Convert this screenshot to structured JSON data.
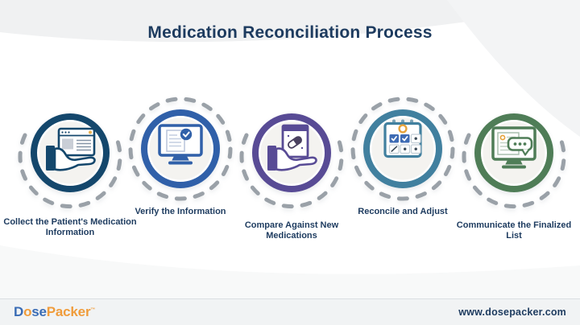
{
  "title": "Medication Reconciliation Process",
  "steps": [
    {
      "label": "Collect the Patient's Medication Information",
      "icon": "hand-holding-document-icon",
      "ring_color": "#14476c",
      "dashed_ring": "partial-bottom"
    },
    {
      "label": "Verify the Information",
      "icon": "monitor-verified-document-icon",
      "ring_color": "#3060a9",
      "dashed_ring": "full"
    },
    {
      "label": "Compare Against New Medications",
      "icon": "hand-holding-medication-icon",
      "ring_color": "#584b95",
      "dashed_ring": "partial-bottom"
    },
    {
      "label": "Reconcile and Adjust",
      "icon": "calendar-checklist-icon",
      "ring_color": "#41809f",
      "dashed_ring": "full"
    },
    {
      "label": "Communicate the Finalized List",
      "icon": "monitor-chat-bubble-icon",
      "ring_color": "#4f7d57",
      "dashed_ring": "partial-bottom"
    }
  ],
  "colors": {
    "title_text": "#1d3b5f",
    "label_text": "#1d3b5f",
    "dashed_ring": "#9aa1a8",
    "inner_circle_fill": "#f4f3f0",
    "accent_orange": "#e7a33b",
    "check_blue": "#3e6bb4",
    "footer_background": "#f1f3f4",
    "logo_blue": "#3a6cb5",
    "logo_orange": "#f09c3b"
  },
  "footer": {
    "logo_parts": [
      {
        "text": "D",
        "color": "#3a6cb5"
      },
      {
        "text": "o",
        "color": "#f09c3b"
      },
      {
        "text": "se",
        "color": "#3a6cb5"
      },
      {
        "text": "Packer",
        "color": "#f09c3b"
      },
      {
        "text": "™",
        "color": "#f09c3b"
      }
    ],
    "url": "www.dosepacker.com"
  }
}
